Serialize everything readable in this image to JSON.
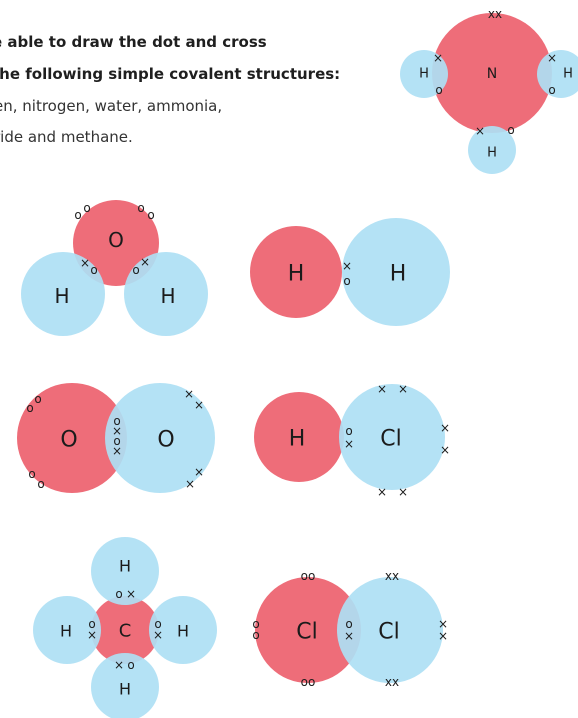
{
  "intro": {
    "line1": "e able to draw the dot and cross",
    "line2": "the following simple covalent structures:",
    "line3": "en, nitrogen, water, ammonia,",
    "line4": "ride and methane."
  },
  "symbols": {
    "H": "H",
    "N": "N",
    "O": "O",
    "C": "C",
    "Cl": "Cl"
  },
  "electron_marks": {
    "cross": "×",
    "dot": "o",
    "double_cross": "xx",
    "double_dot": "oo"
  },
  "colors": {
    "atom_primary": "#ee6d79",
    "atom_secondary": "#aee0f4"
  }
}
